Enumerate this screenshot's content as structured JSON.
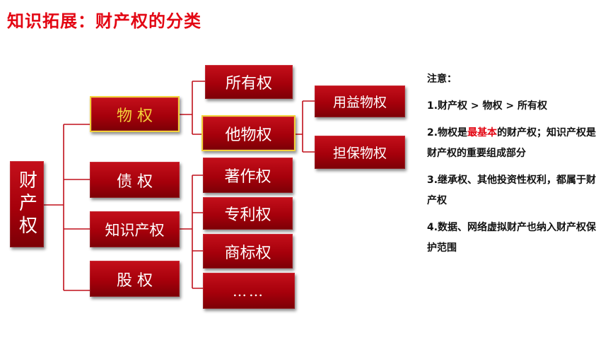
{
  "title": "知识拓展：财产权的分类",
  "colors": {
    "accent": "#e30613",
    "box_fill": "#a6000b",
    "box_highlight_border": "#f3d23a",
    "connector": "#c0101b"
  },
  "diagram": {
    "root": "财产权",
    "level1": [
      "物 权",
      "债 权",
      "知识产权",
      "股 权"
    ],
    "property_children": [
      "所有权",
      "他物权"
    ],
    "other_property_children": [
      "用益物权",
      "担保物权"
    ],
    "ip_children": [
      "著作权",
      "专利权",
      "商标权",
      "……"
    ]
  },
  "notes": {
    "heading": "注意：",
    "item1": "1.财产权 > 物权 > 所有权",
    "item2_pre": "2.物权是",
    "item2_highlight": "最基本",
    "item2_post": "的财产权；知识产权是财产权的重要组成部分",
    "item3": "3.继承权、其他投资性权利，都属于财产权",
    "item4": "4.数据、网络虚拟财产也纳入财产权保护范围"
  }
}
